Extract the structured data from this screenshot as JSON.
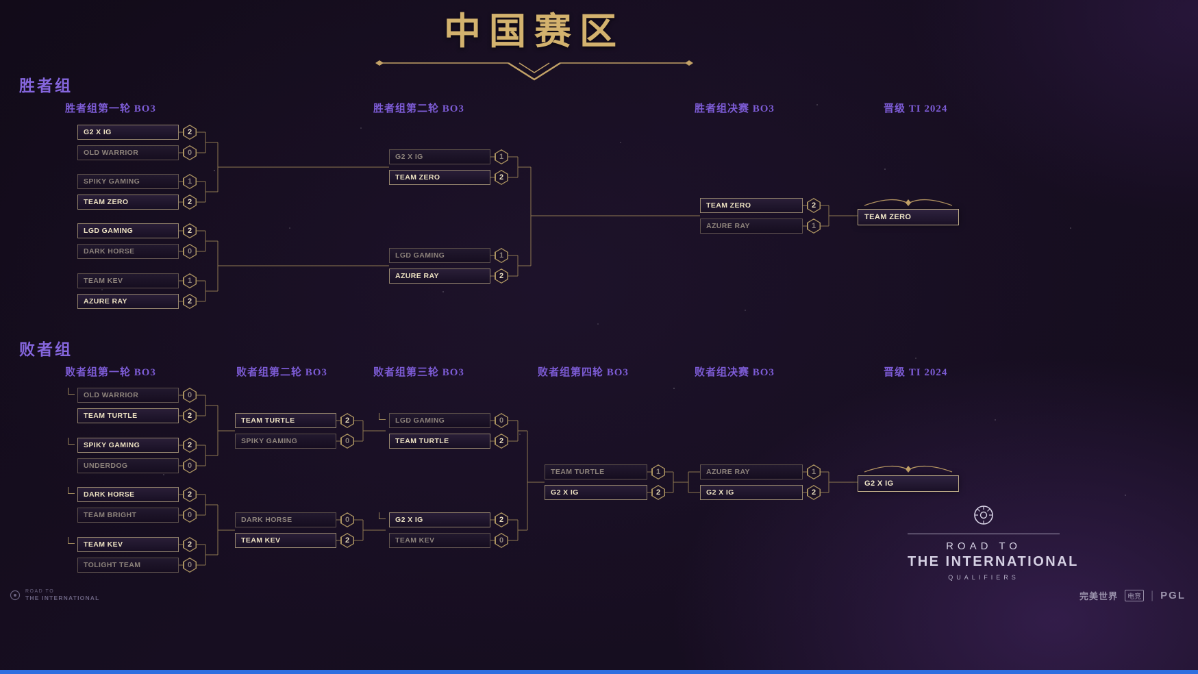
{
  "colors": {
    "gold": "#d3b26e",
    "purple": "#7d5cd6",
    "line": "#a58c59",
    "text_bright": "#ede2c2",
    "text_dim": "#8d837b",
    "background": "#150d1e",
    "bottom_bar_blue": "#2e6fe0"
  },
  "title": {
    "text": "中国赛区"
  },
  "wb": {
    "label": "胜者组",
    "headers": {
      "r1": "胜者组第一轮 BO3",
      "r2": "胜者组第二轮 BO3",
      "rf": "胜者组决赛 BO3",
      "adv": "晋级 TI 2024"
    },
    "r1": [
      {
        "t": [
          {
            "name": "G2 X IG",
            "score": "2"
          },
          {
            "name": "OLD WARRIOR",
            "score": "0"
          }
        ]
      },
      {
        "t": [
          {
            "name": "SPIKY GAMING",
            "score": "1"
          },
          {
            "name": "TEAM ZERO",
            "score": "2"
          }
        ]
      },
      {
        "t": [
          {
            "name": "LGD GAMING",
            "score": "2"
          },
          {
            "name": "DARK HORSE",
            "score": "0"
          }
        ]
      },
      {
        "t": [
          {
            "name": "TEAM KEV",
            "score": "1"
          },
          {
            "name": "AZURE RAY",
            "score": "2"
          }
        ]
      }
    ],
    "r2": [
      {
        "t": [
          {
            "name": "G2 X IG",
            "score": "1"
          },
          {
            "name": "TEAM ZERO",
            "score": "2"
          }
        ]
      },
      {
        "t": [
          {
            "name": "LGD GAMING",
            "score": "1"
          },
          {
            "name": "AZURE RAY",
            "score": "2"
          }
        ]
      }
    ],
    "rf": [
      {
        "t": [
          {
            "name": "TEAM ZERO",
            "score": "2"
          },
          {
            "name": "AZURE RAY",
            "score": "1"
          }
        ]
      }
    ],
    "champion": "TEAM ZERO"
  },
  "lb": {
    "label": "败者组",
    "headers": {
      "r1": "败者组第一轮 BO3",
      "r2": "败者组第二轮 BO3",
      "r3": "败者组第三轮 BO3",
      "r4": "败者组第四轮 BO3",
      "rf": "败者组决赛 BO3",
      "adv": "晋级 TI 2024"
    },
    "r1": [
      {
        "t": [
          {
            "name": "OLD WARRIOR",
            "score": "0"
          },
          {
            "name": "TEAM TURTLE",
            "score": "2"
          }
        ]
      },
      {
        "t": [
          {
            "name": "SPIKY GAMING",
            "score": "2"
          },
          {
            "name": "UNDERDOG",
            "score": "0"
          }
        ]
      },
      {
        "t": [
          {
            "name": "DARK HORSE",
            "score": "2"
          },
          {
            "name": "TEAM BRIGHT",
            "score": "0"
          }
        ]
      },
      {
        "t": [
          {
            "name": "TEAM KEV",
            "score": "2"
          },
          {
            "name": "TOLIGHT TEAM",
            "score": "0"
          }
        ]
      }
    ],
    "r2": [
      {
        "t": [
          {
            "name": "TEAM TURTLE",
            "score": "2"
          },
          {
            "name": "SPIKY GAMING",
            "score": "0"
          }
        ]
      },
      {
        "t": [
          {
            "name": "DARK HORSE",
            "score": "0"
          },
          {
            "name": "TEAM KEV",
            "score": "2"
          }
        ]
      }
    ],
    "r3": [
      {
        "t": [
          {
            "name": "LGD GAMING",
            "score": "0"
          },
          {
            "name": "TEAM TURTLE",
            "score": "2"
          }
        ]
      },
      {
        "t": [
          {
            "name": "G2 X IG",
            "score": "2"
          },
          {
            "name": "TEAM KEV",
            "score": "0"
          }
        ]
      }
    ],
    "r4": [
      {
        "t": [
          {
            "name": "TEAM TURTLE",
            "score": "1"
          },
          {
            "name": "G2 X IG",
            "score": "2"
          }
        ]
      }
    ],
    "rf": [
      {
        "t": [
          {
            "name": "AZURE RAY",
            "score": "1"
          },
          {
            "name": "G2 X IG",
            "score": "2"
          }
        ]
      }
    ],
    "champion": "G2 X IG"
  },
  "footer": {
    "logo": {
      "road_to": "ROAD TO",
      "title": "THE INTERNATIONAL",
      "qualifiers": "QUALIFIERS"
    },
    "watermark": {
      "line1": "ROAD TO",
      "line2": "THE INTERNATIONAL"
    },
    "partners": {
      "perfect_world": "完美世界",
      "esports": "电竞",
      "pgl": "PGL"
    }
  }
}
